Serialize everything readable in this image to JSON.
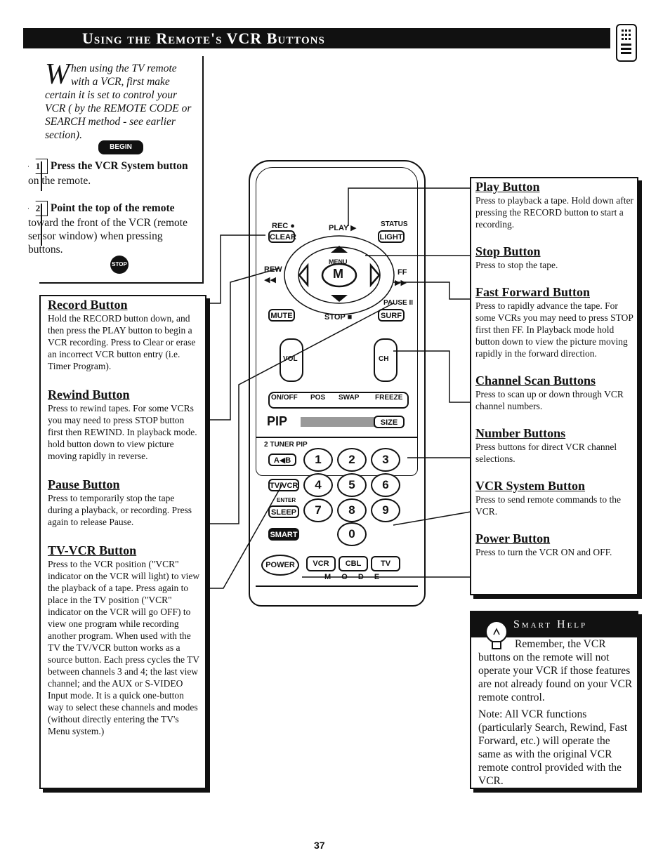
{
  "header": {
    "title": "Using the Remote's VCR Buttons"
  },
  "intro": {
    "drop_cap": "W",
    "text": "hen using the TV remote with a VCR, first make certain it is set to control your VCR ( by the REMOTE CODE or SEARCH method - see earlier section).",
    "begin_label": "BEGIN",
    "step1_num": "1",
    "step1_bold": "Press the VCR System button",
    "step1_rest": " on the remote.",
    "step2_num": "2",
    "step2_bold": "Point the top of the remote",
    "step2_rest": " toward the front of the VCR (remote sensor window) when pressing buttons.",
    "stop_label": "STOP"
  },
  "left_sections": [
    {
      "title": "Record Button",
      "text": "Hold the RECORD button down, and then press the PLAY button to begin a VCR recording. Press to Clear or erase an incorrect VCR button entry (i.e. Timer Program)."
    },
    {
      "title": "Rewind Button",
      "text": "Press to rewind tapes. For some VCRs you may need to press STOP button first then REWIND. In playback mode. hold button down to view picture moving rapidly in reverse."
    },
    {
      "title": "Pause Button",
      "text": "Press to temporarily stop the tape during a playback, or recording. Press again to release Pause."
    },
    {
      "title": "TV-VCR Button",
      "text": "Press to the VCR position (\"VCR\" indicator on the VCR will light) to view the playback of a tape. Press again to place in the TV position (\"VCR\" indicator on the VCR will go OFF) to view one program while recording another program. When used with the TV the TV/VCR button works as a source button. Each press cycles the TV between channels 3 and 4; the last view channel; and the AUX or S-VIDEO Input mode. It is a quick one-button way to select these channels and modes (without directly entering the TV's Menu system.)"
    }
  ],
  "right_sections": [
    {
      "title": "Play Button",
      "text": "Press to playback a tape. Hold down after pressing the RECORD button to start a recording."
    },
    {
      "title": "Stop Button",
      "text": "Press to stop the tape."
    },
    {
      "title": "Fast Forward Button",
      "text": "Press to rapidly advance the tape. For some VCRs you may need to press STOP first then FF. In Playback mode hold button down to view the picture moving rapidly in the forward direction."
    },
    {
      "title": "Channel Scan Buttons",
      "text": "Press to scan up or down through VCR channel numbers."
    },
    {
      "title": "Number Buttons",
      "text": "Press buttons for direct VCR channel selections."
    },
    {
      "title": "VCR System Button",
      "text": "Press to send remote commands to the VCR."
    },
    {
      "title": "Power Button",
      "text": "Press to turn the VCR ON and OFF."
    }
  ],
  "smart_help": {
    "title": "Smart Help",
    "para1": "Remember, the VCR buttons on the remote will not operate your VCR if those features are not already found on your VCR remote control.",
    "para2": "Note: All VCR functions (particularly Search, Rewind, Fast Forward, etc.) will operate the same as with the original VCR remote control provided with the VCR."
  },
  "remote": {
    "rec": "REC ●",
    "play": "PLAY ▶",
    "status": "STATUS",
    "clear": "CLEAR",
    "light": "LIGHT",
    "rew": "REW",
    "rew_sym": "◀◀",
    "ff": "FF",
    "ff_sym": "▶▶",
    "menu": "MENU",
    "m": "M",
    "pause": "PAUSE II",
    "mute": "MUTE",
    "stop": "STOP ■",
    "surf": "SURF",
    "vol": "VOL",
    "ch": "CH",
    "onoff": "ON/OFF",
    "pos": "POS",
    "swap": "SWAP",
    "freeze": "FREEZE",
    "pip": "PIP",
    "size": "SIZE",
    "tuner_pip": "2 TUNER PIP",
    "ab": "A◀B",
    "tvvcr": "TV/VCR",
    "enter": "ENTER",
    "sleep": "SLEEP",
    "smart": "SMART",
    "keys": [
      "1",
      "2",
      "3",
      "4",
      "5",
      "6",
      "7",
      "8",
      "9",
      "0"
    ],
    "power": "POWER",
    "vcr": "VCR",
    "cbl": "CBL",
    "tv": "TV",
    "mode": "M O D E"
  },
  "footer": {
    "page_number": "37"
  }
}
